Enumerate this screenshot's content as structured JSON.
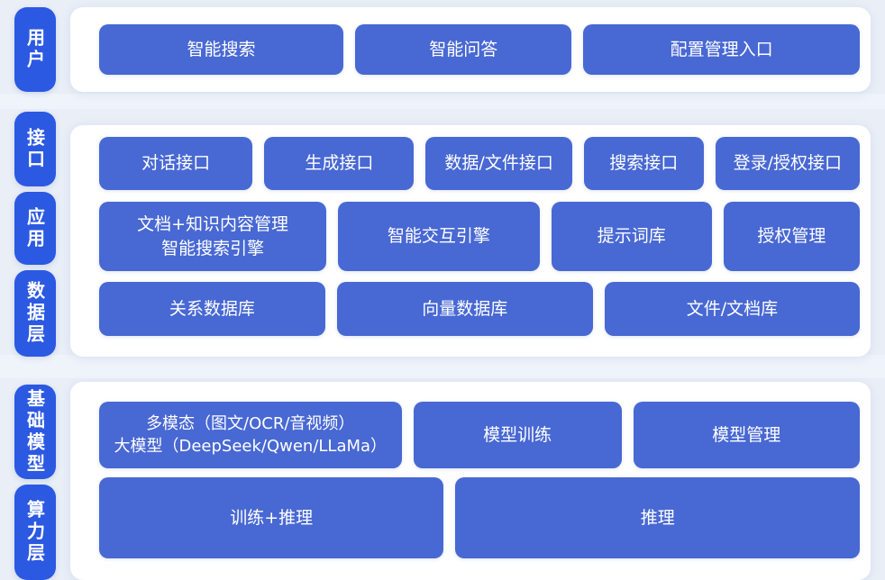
{
  "colors": {
    "background": "#e9eef7",
    "panel": "#ffffff",
    "layer_label_blue": "#2c59e2",
    "box_blue": "#4868d3",
    "text": "#ffffff"
  },
  "sections": [
    {
      "name": "user-layer",
      "rows": [
        {
          "label": "用户",
          "buttons": [
            "智能搜索",
            "智能问答",
            "配置管理入口"
          ]
        }
      ]
    },
    {
      "name": "interface-application-data-layers",
      "rows": [
        {
          "label": "接口",
          "buttons": [
            "对话接口",
            "生成接口",
            "数据/文件接口",
            "搜索接口",
            "登录/授权接口"
          ]
        },
        {
          "label": "应用",
          "buttons": [
            "文档+知识内容管理\n智能搜索引擎",
            "智能交互引擎",
            "提示词库",
            "授权管理"
          ]
        },
        {
          "label": "数据层",
          "buttons": [
            "关系数据库",
            "向量数据库",
            "文件/文档库"
          ]
        }
      ]
    },
    {
      "name": "foundation-compute-layers",
      "rows": [
        {
          "label": "基础模型",
          "buttons": [
            "多模态（图文/OCR/音视频）\n大模型（DeepSeek/Qwen/LLaMa）",
            "模型训练",
            "模型管理"
          ]
        },
        {
          "label": "算力层",
          "buttons": [
            "训练+推理",
            "推理"
          ]
        }
      ]
    }
  ]
}
